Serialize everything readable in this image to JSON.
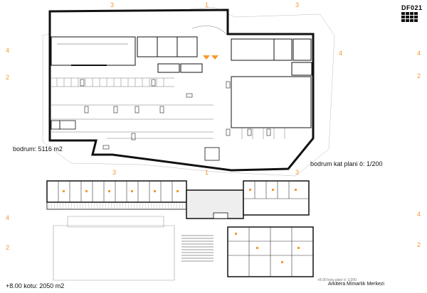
{
  "logo": {
    "text": "DF021",
    "icon": "pixel-grid-logo-icon"
  },
  "labels": {
    "basement_area": "bodrum: 5116 m2",
    "basement_plan_title": "bodrum kat plani ö: 1/200",
    "upper_floor_area": "+8.00 kotu: 2050 m2",
    "footer_credit": "Arkitera Mimarlık Merkezi",
    "scale_note": "+8.00 kotu plani ö: 1/200"
  },
  "axis_markers": {
    "top": [
      "3",
      "1",
      "3"
    ],
    "left": [
      "4",
      "2",
      "4",
      "2"
    ],
    "right": [
      "4",
      "4",
      "2",
      "4",
      "2"
    ],
    "mid": [
      "3",
      "1",
      "3"
    ]
  },
  "colors": {
    "accent": "#f39a2e",
    "wall": "#111111",
    "background": "#ffffff"
  }
}
